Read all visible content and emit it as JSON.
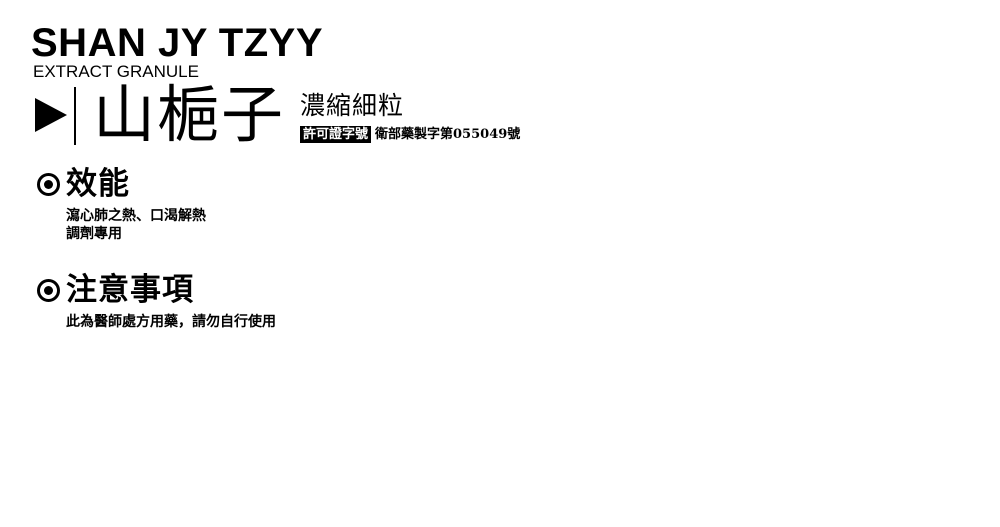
{
  "header": {
    "brand": "SHAN JY TZYY",
    "brand_sub": "EXTRACT GRANULE",
    "title": "山梔子",
    "subtitle": "濃縮細粒",
    "license_label": "許可證字號",
    "license_number": "衛部藥製字第055049號"
  },
  "sections": [
    {
      "title": "效能",
      "lines": [
        "瀉心肺之熱、口渴解熱",
        "調劑專用"
      ]
    },
    {
      "title": "注意事項",
      "lines": [
        "此為醫師處方用藥，請勿自行使用"
      ]
    }
  ],
  "icons": {
    "play": "play-triangle-icon",
    "bullet": "circle-dot-icon"
  }
}
